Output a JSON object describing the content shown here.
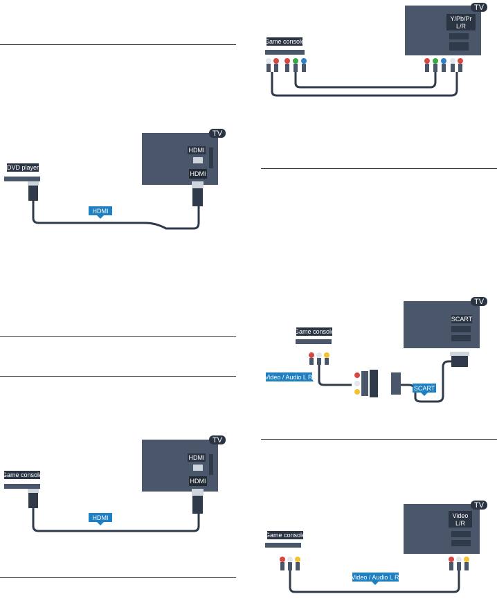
{
  "diagrams": {
    "hdmi_dvd": {
      "tv_badge": "TV",
      "tv_port": "HDMI",
      "plug_label": "HDMI",
      "device": "DVD player",
      "cable": "HDMI"
    },
    "hdmi_game": {
      "tv_badge": "TV",
      "tv_port": "HDMI",
      "plug_label": "HDMI",
      "device": "Game console",
      "cable": "HDMI"
    },
    "ypbpr_game": {
      "tv_badge": "TV",
      "tv_port_line1": "Y/Pb/Pr",
      "tv_port_line2": "L/R",
      "device": "Game console"
    },
    "scart_game": {
      "tv_badge": "TV",
      "tv_port": "SCART",
      "device": "Game console",
      "cable_left": "Video / Audio L R",
      "cable_right": "SCART"
    },
    "video_game": {
      "tv_badge": "TV",
      "tv_port_line1": "Video",
      "tv_port_line2": "L/R",
      "device": "Game console",
      "cable": "Video / Audio L R"
    }
  },
  "colors": {
    "tv": "#4a5669",
    "cable_label": "#1e7fc2",
    "red": "#d9463f",
    "green": "#3aa845",
    "blue": "#2f7fc6",
    "yellow": "#f1c232",
    "white": "#e3e6ea"
  }
}
